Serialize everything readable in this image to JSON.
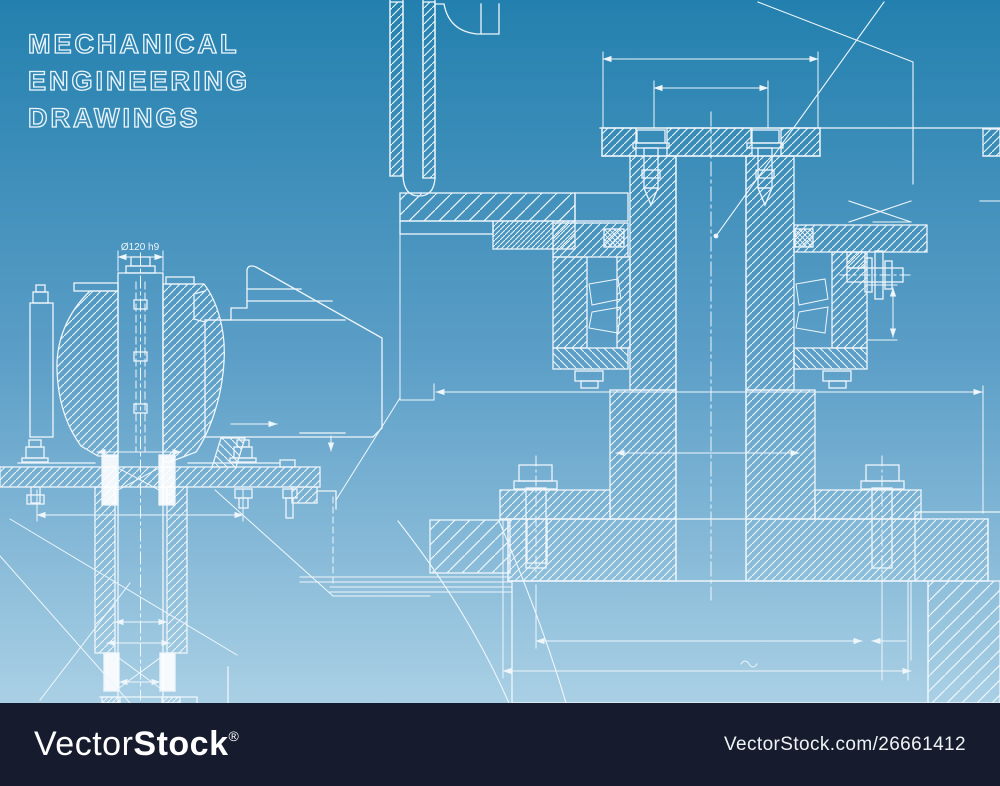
{
  "title": {
    "lines": [
      "MECHANICAL",
      "ENGINEERING",
      "DRAWINGS"
    ]
  },
  "drawing": {
    "dimension_label": "Ø120 h9"
  },
  "watermark": {
    "brand_regular": "Vector",
    "brand_bold": "Stock",
    "registered_mark": "®",
    "image_credit": "VectorStock.com/26661412"
  },
  "colors": {
    "bg_top": "#2380ae",
    "bg_mid": "#5b9ec7",
    "bg_bottom": "#b5d7e9",
    "line": "#eef6fb",
    "bar_bg": "#161c2e",
    "bar_text": "#ffffff",
    "title_outline": "#e9f3fa"
  }
}
